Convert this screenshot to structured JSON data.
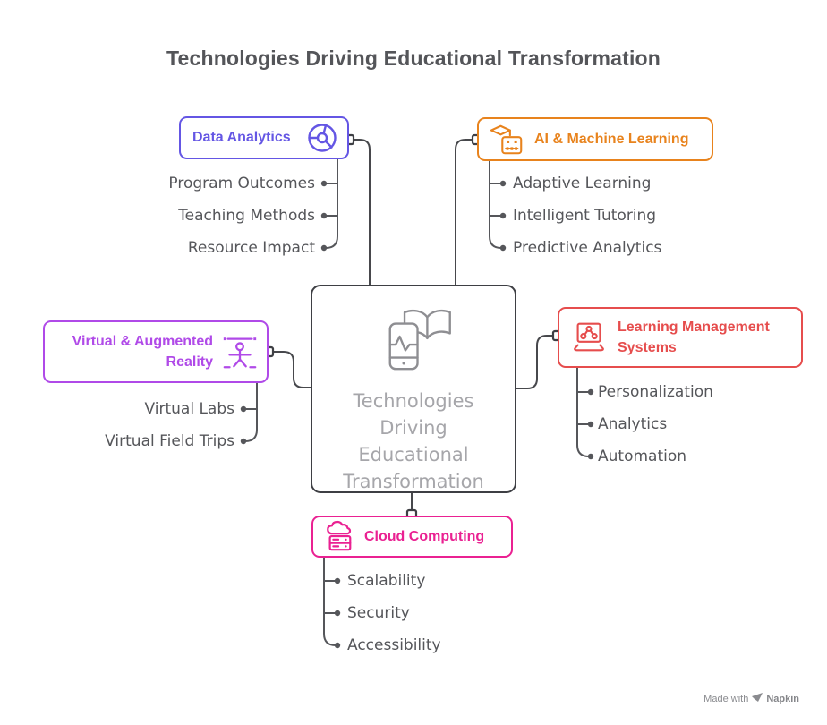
{
  "title": "Technologies Driving Educational Transformation",
  "center": {
    "lines": [
      "Technologies",
      "Driving",
      "Educational",
      "Transformation"
    ],
    "border_color": "#3E3F44",
    "text_color": "#A6A6AA",
    "icon_color": "#8E8E92",
    "icon": "phone-and-open-book-icon"
  },
  "connector_color": "#47484C",
  "subtree_color": "#55565A",
  "branches": {
    "data_analytics": {
      "label": "Data Analytics",
      "color": "#6456E4",
      "icon": "pie-chart-icon",
      "items": [
        "Program Outcomes",
        "Teaching Methods",
        "Resource Impact"
      ]
    },
    "ai_ml": {
      "label": "AI & Machine Learning",
      "color": "#E8831D",
      "icon": "graduation-cap-robot-icon",
      "items": [
        "Adaptive Learning",
        "Intelligent Tutoring",
        "Predictive Analytics"
      ]
    },
    "vr_ar": {
      "label_line1": "Virtual & Augmented",
      "label_line2": "Reality",
      "color": "#B04AE8",
      "icon": "vr-person-icon",
      "items": [
        "Virtual Labs",
        "Virtual Field Trips"
      ]
    },
    "lms": {
      "label_line1": "Learning Management",
      "label_line2": "Systems",
      "color": "#E64D4D",
      "icon": "laptop-network-icon",
      "items": [
        "Personalization",
        "Analytics",
        "Automation"
      ]
    },
    "cloud": {
      "label": "Cloud Computing",
      "color": "#EA2192",
      "icon": "cloud-server-icon",
      "items": [
        "Scalability",
        "Security",
        "Accessibility"
      ]
    }
  },
  "watermark": {
    "prefix": "Made with",
    "brand": "Napkin",
    "icon": "pen-nib-icon"
  }
}
